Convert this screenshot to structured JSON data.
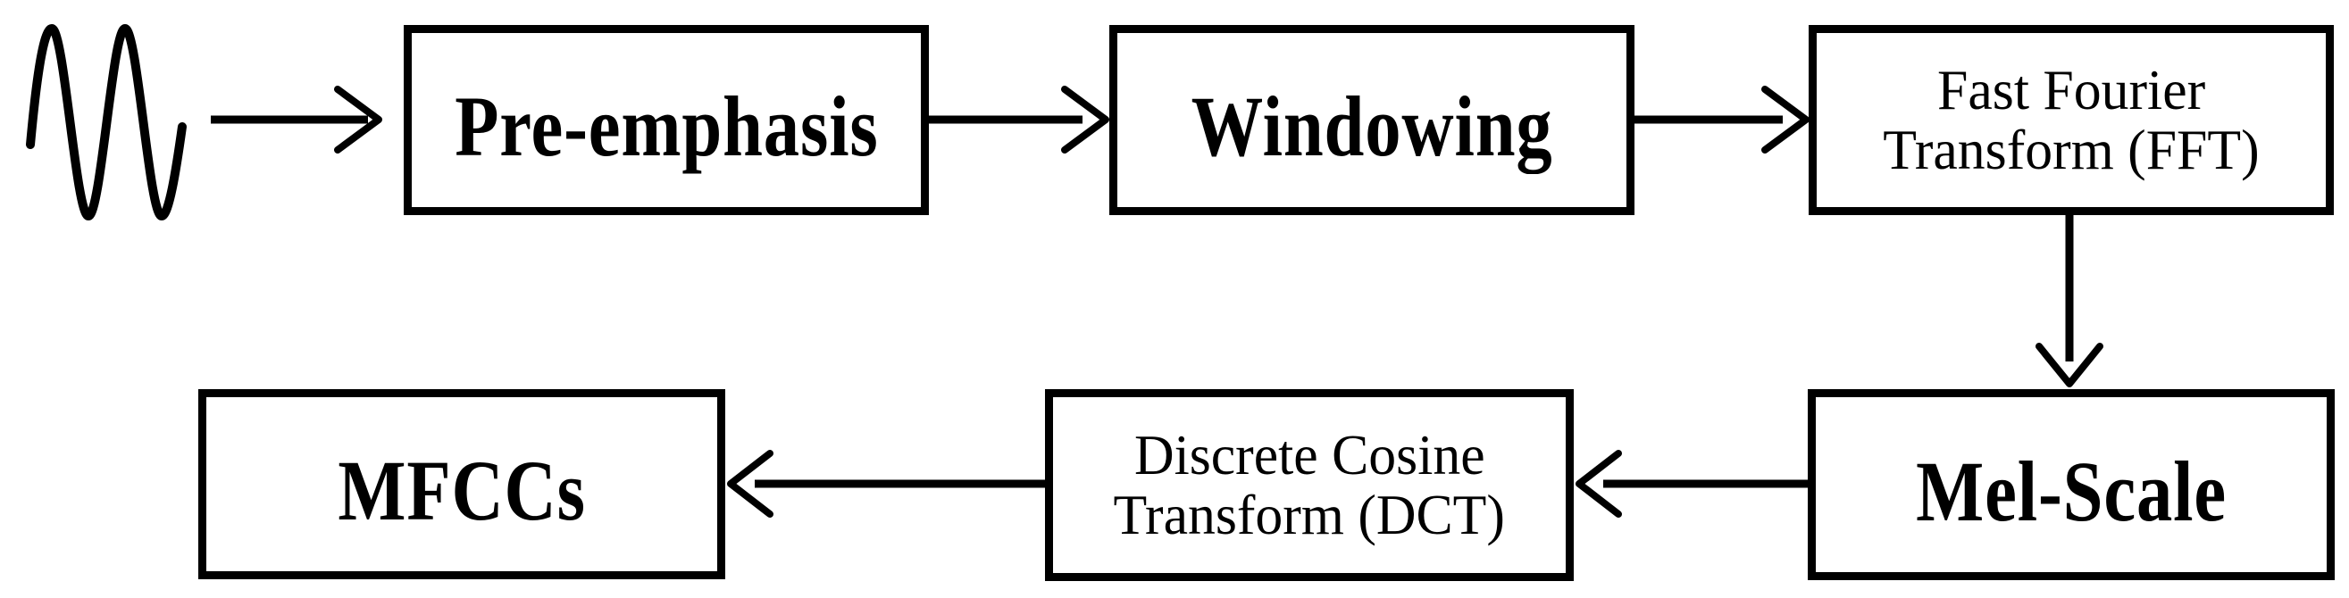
{
  "diagram": {
    "description": "Flowchart of MFCC feature extraction from an audio signal",
    "colors": {
      "ink": "#000000",
      "paper": "#ffffff"
    },
    "icon": {
      "name": "audio-signal-waveform"
    },
    "nodes": {
      "pre_emphasis": {
        "label": "Pre-emphasis"
      },
      "windowing": {
        "label": "Windowing"
      },
      "fft": {
        "line1": "Fast Fourier",
        "line2": "Transform (FFT)"
      },
      "mel_scale": {
        "label": "Mel-Scale"
      },
      "dct": {
        "line1": "Discrete Cosine",
        "line2": "Transform (DCT)"
      },
      "mfccs": {
        "label": "MFCCs"
      }
    },
    "edges": [
      {
        "from": "audio-signal",
        "to": "pre-emphasis",
        "direction": "right"
      },
      {
        "from": "pre-emphasis",
        "to": "windowing",
        "direction": "right"
      },
      {
        "from": "windowing",
        "to": "fft",
        "direction": "right"
      },
      {
        "from": "fft",
        "to": "mel-scale",
        "direction": "down"
      },
      {
        "from": "mel-scale",
        "to": "dct",
        "direction": "left"
      },
      {
        "from": "dct",
        "to": "mfccs",
        "direction": "left"
      }
    ]
  }
}
